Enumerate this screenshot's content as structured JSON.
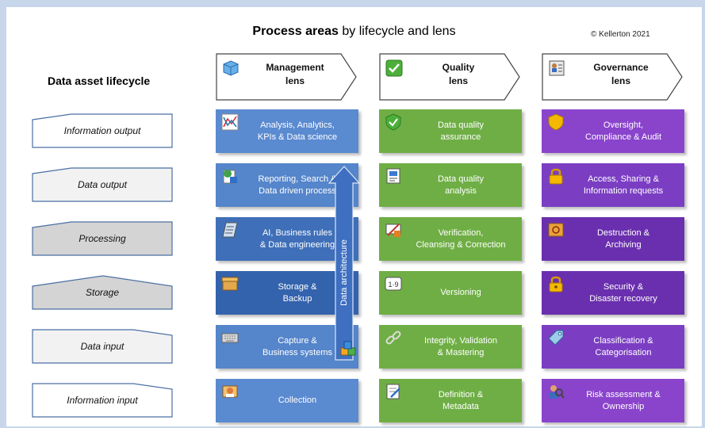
{
  "title": {
    "bold": "Process areas",
    "rest": " by lifecycle and lens"
  },
  "copyright": "© Kellerton 2021",
  "lifecycle_heading": "Data asset lifecycle",
  "lenses": [
    {
      "line1": "Management",
      "line2": "lens",
      "icon": "cube-icon"
    },
    {
      "line1": "Quality",
      "line2": "lens",
      "icon": "checkbox-icon"
    },
    {
      "line1": "Governance",
      "line2": "lens",
      "icon": "id-card-icon"
    }
  ],
  "stages": [
    "Information output",
    "Data output",
    "Processing",
    "Storage",
    "Data input",
    "Information input"
  ],
  "management": [
    {
      "label": "Analysis, Analytics,\nKPIs & Data science",
      "icon": "chart-icon"
    },
    {
      "label": "Reporting, Search &\nData driven process",
      "icon": "report-icon"
    },
    {
      "label": "AI, Business rules\n& Data engineering",
      "icon": "rules-icon"
    },
    {
      "label": "Storage &\nBackup",
      "icon": "box-icon"
    },
    {
      "label": "Capture &\nBusiness systems",
      "icon": "keyboard-icon"
    },
    {
      "label": "Collection",
      "icon": "collection-icon"
    }
  ],
  "quality": [
    {
      "label": "Data quality\nassurance",
      "icon": "shield-check-icon"
    },
    {
      "label": "Data quality\nanalysis",
      "icon": "analysis-icon"
    },
    {
      "label": "Verification,\nCleansing & Correction",
      "icon": "cleansing-icon"
    },
    {
      "label": "Versioning",
      "icon": "version-icon"
    },
    {
      "label": "Integrity, Validation\n& Mastering",
      "icon": "chain-icon"
    },
    {
      "label": "Definition &\nMetadata",
      "icon": "notepad-icon"
    }
  ],
  "governance": [
    {
      "label": "Oversight,\nCompliance & Audit",
      "icon": "shield-icon"
    },
    {
      "label": "Access, Sharing &\nInformation requests",
      "icon": "lock-icon"
    },
    {
      "label": "Destruction &\nArchiving",
      "icon": "archive-icon"
    },
    {
      "label": "Security &\nDisaster recovery",
      "icon": "padlock-icon"
    },
    {
      "label": "Classification &\nCategorisation",
      "icon": "tag-icon"
    },
    {
      "label": "Risk assessment &\nOwnership",
      "icon": "person-search-icon"
    }
  ],
  "arrow_label": "Data architecture",
  "colors": {
    "management_light": "#5a8ad0",
    "management_dark": "#3463ad",
    "quality": "#6fae45",
    "governance": "#7b3ec3",
    "governance_dark": "#6a2fae"
  }
}
